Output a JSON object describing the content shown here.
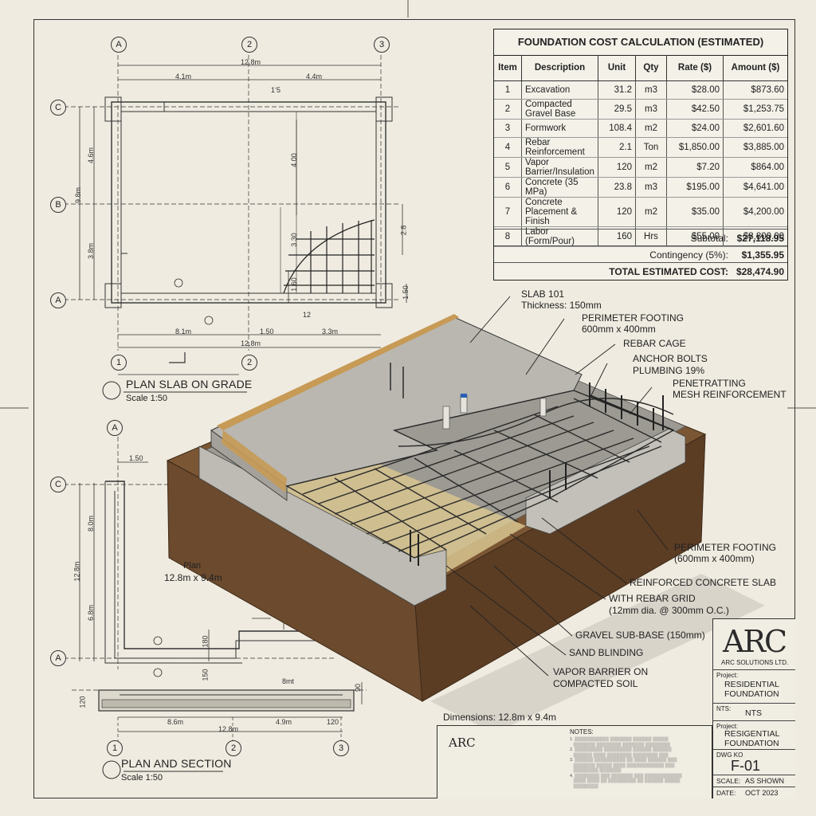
{
  "cost_table": {
    "title": "FOUNDATION COST CALCULATION (ESTIMATED)",
    "headers": [
      "Item",
      "Description",
      "Unit",
      "Qty",
      "Rate ($)",
      "Amount ($)"
    ],
    "rows": [
      [
        "1",
        "Excavation",
        "31.2",
        "m3",
        "$28.00",
        "$873.60"
      ],
      [
        "2",
        "Compacted Gravel Base",
        "29.5",
        "m3",
        "$42.50",
        "$1,253.75"
      ],
      [
        "3",
        "Formwork",
        "108.4",
        "m2",
        "$24.00",
        "$2,601.60"
      ],
      [
        "4",
        "Rebar Reinforcement",
        "2.1",
        "Ton",
        "$1,850.00",
        "$3,885.00"
      ],
      [
        "5",
        "Vapor Barrier/Insulation",
        "120",
        "m2",
        "$7.20",
        "$864.00"
      ],
      [
        "6",
        "Concrete (35 MPa)",
        "23.8",
        "m3",
        "$195.00",
        "$4,641.00"
      ],
      [
        "7",
        "Concrete Placement & Finish",
        "120",
        "m2",
        "$35.00",
        "$4,200.00"
      ],
      [
        "8",
        "Labor (Form/Pour)",
        "160",
        "Hrs",
        "$55.00",
        "$8,800.00"
      ]
    ],
    "subtotal_label": "Subtotal:",
    "subtotal": "$27,118.95",
    "contingency_label": "Contingency (5%):",
    "contingency": "$1,355.95",
    "total_label": "TOTAL ESTIMATED COST:",
    "total": "$28,474.90"
  },
  "plan1": {
    "title": "PLAN SLAB ON GRADE",
    "scale": "Scale 1:50",
    "grid_top": [
      "A",
      "2",
      "3"
    ],
    "grid_left": [
      "C",
      "B",
      "A"
    ],
    "grid_bottom": [
      "1",
      "2"
    ],
    "dim_overall_top": "12.8m",
    "dim_top_left": "4.1m",
    "dim_top_right": "4.4m",
    "dim_top_small": "1‘5",
    "dim_left_overall": "9.8m",
    "dim_left_upper": "4.6m",
    "dim_left_lower": "3.8m",
    "dim_inner_v1": "4.00",
    "dim_inner_v2": "3.30",
    "dim_inner_v3": "1.60",
    "dim_right_v": "2.8",
    "dim_right_small": "1.50",
    "dim_bottom_left": "8.1m",
    "dim_bottom_mid": "1.50",
    "dim_bottom_right": "3.3m",
    "dim_bottom_overall": "12.8m",
    "dim_bottom_small": "12"
  },
  "plan2": {
    "title": "PLAN AND SECTION",
    "scale": "Scale 1:50",
    "grid_top": [
      "A"
    ],
    "grid_left": [
      "C",
      "A"
    ],
    "grid_bottom": [
      "1",
      "2",
      "3"
    ],
    "dim_top": "1.50",
    "dim_left_overall": "12.8m",
    "dim_left_upper": "8.0m",
    "dim_left_lower": "6.8m",
    "plan_label": "Plan",
    "plan_size": "12.8m x 9.4m",
    "dim_180": "180",
    "dim_150": "150",
    "dim_8mt": "8mt",
    "dim_90": "90",
    "dim_120_left": "120",
    "dim_bottom_left": "8.6m",
    "dim_bottom_right": "4.9m",
    "dim_bottom_small": "120",
    "dim_bottom_overall": "12.8m"
  },
  "callouts": {
    "slab": "SLAB 101",
    "thickness": "Thickness: 150mm",
    "perimeter_top": "PERIMETER FOOTING",
    "perimeter_top_size": "600mm x 400mm",
    "rebar_cage": "REBAR CAGE",
    "anchor_bolts": "ANCHOR BOLTS",
    "plumbing": "PLUMBING 19%",
    "penetrating": "PENETRATTING",
    "mesh": "MESH REINFORCEMENT",
    "perimeter_bottom": "PERIMETER FOOTING",
    "perimeter_bottom_size": "(600mm x 400mm)",
    "reinforced_slab": "REINFORCED CONCRETE SLAB",
    "rebar_grid": "WITH REBAR GRID",
    "rebar_grid_spec": "(12mm dia. @ 300mm O.C.)",
    "gravel": "GRAVEL SUB-BASE (150mm)",
    "sand": "SAND BLINDING",
    "vapor": "VAPOR BARRIER ON",
    "vapor2": "COMPACTED SOIL",
    "dimensions": "Dimensions: 12.8m x 9.4m"
  },
  "notes": {
    "title": "NOTES:",
    "logo": "ARC"
  },
  "title_block": {
    "logo": "ARC",
    "company": "ARC SOLUTIONS LTD.",
    "project_label": "Project:",
    "project": "RESIDENTIAL FOUNDATION",
    "nts_label": "NTS:",
    "nts": "NTS",
    "project2_label": "Project:",
    "project2": "RESIGENTIAL FOUNDATION",
    "dwg_label": "DWG KO",
    "dwg": "F-01",
    "scale_label": "SCALE:",
    "scale": "AS SHOWN",
    "date_label": "DATE:",
    "date": "OCT 2023"
  },
  "colors": {
    "paper": "#efebe0",
    "ink": "#222222",
    "concrete": "#b9b7b0",
    "soil": "#6b4a2e",
    "gravel": "#9c9a92",
    "sand": "#d8c48f"
  }
}
